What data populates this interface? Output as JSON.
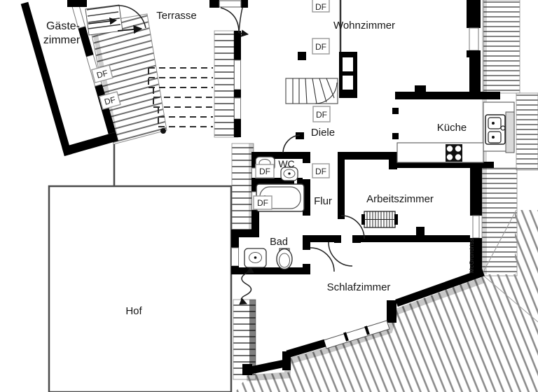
{
  "plan": {
    "watermark": "McGrundriss",
    "skylight_label": "DF",
    "rooms": {
      "gaeste_line1": "Gäste-",
      "gaeste_line2": "zimmer",
      "terrasse": "Terrasse",
      "wohnzimmer": "Wohnzimmer",
      "diele": "Diele",
      "kueche": "Küche",
      "wc": "WC",
      "flur": "Flur",
      "arbeitszimmer": "Arbeitszimmer",
      "bad": "Bad",
      "schlafzimmer": "Schlafzimmer",
      "hof": "Hof"
    },
    "colors": {
      "wall": "#000000",
      "hatch": "#777777",
      "background": "#ffffff",
      "counter": "#d9d9d9",
      "df_box_border": "#9a9a9a",
      "text": "#161616"
    }
  }
}
